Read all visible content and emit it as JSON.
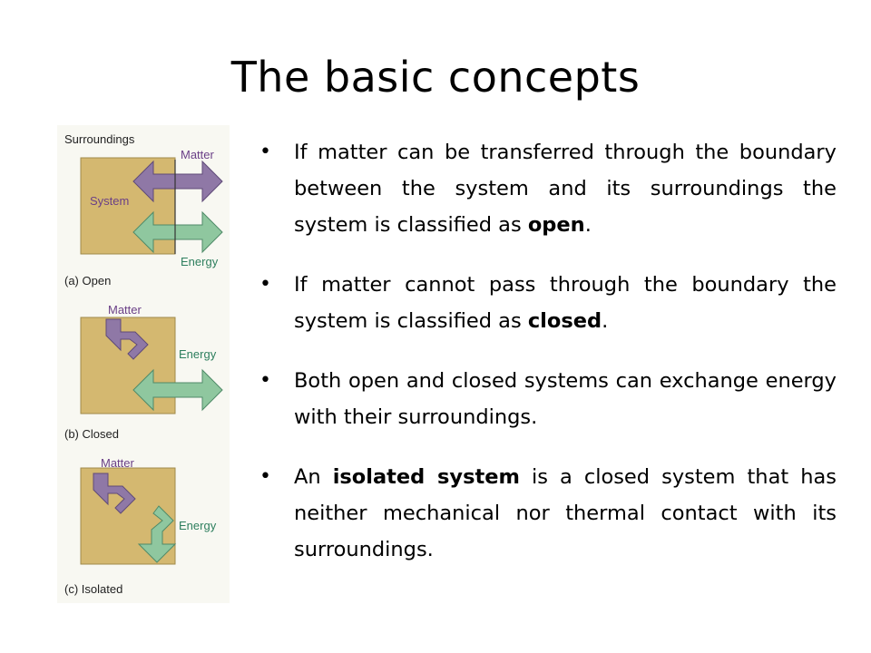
{
  "slide": {
    "title": "The basic concepts"
  },
  "figure": {
    "surroundings_label": "Surroundings",
    "system_label": "System",
    "panels": [
      {
        "caption": "(a) Open",
        "matter_label": "Matter",
        "energy_label": "Energy"
      },
      {
        "caption": "(b) Closed",
        "matter_label": "Matter",
        "energy_label": "Energy"
      },
      {
        "caption": "(c) Isolated",
        "matter_label": "Matter",
        "energy_label": "Energy"
      }
    ],
    "colors": {
      "system_box": "#d4b870",
      "matter_arrow": "#8f78a6",
      "energy_arrow": "#8fc79f",
      "matter_text": "#6a3f87",
      "energy_text": "#2e7f5e"
    }
  },
  "bullets": [
    {
      "pre": "If matter can be transferred through the boundary between the system and its surroundings the system is classified as ",
      "bold": "open",
      "post": "."
    },
    {
      "pre": "If matter cannot pass through the boundary the system is classified as ",
      "bold": "closed",
      "post": "."
    },
    {
      "pre": "Both open and closed systems can exchange energy with their surroundings.",
      "bold": "",
      "post": ""
    },
    {
      "pre": "An ",
      "bold": "isolated system",
      "post": " is a closed system that has neither mechanical nor thermal contact with its surroundings."
    }
  ]
}
